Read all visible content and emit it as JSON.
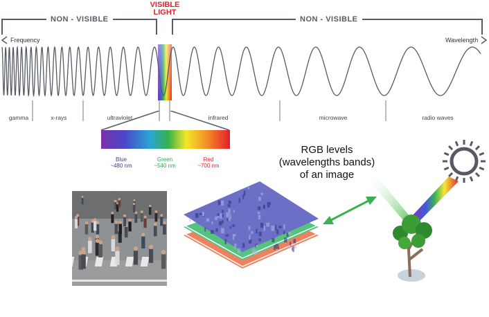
{
  "header": {
    "non_visible_left": "NON - VISIBLE",
    "non_visible_right": "NON - VISIBLE",
    "visible_line1": "VISIBLE",
    "visible_line2": "LIGHT"
  },
  "axis": {
    "left_label": "Frequency",
    "right_label": "Wavelength"
  },
  "bands": [
    {
      "label": "gamma"
    },
    {
      "label": "x-rays"
    },
    {
      "label": "ultraviolet"
    },
    {
      "label": "infrared"
    },
    {
      "label": "microwave"
    },
    {
      "label": "radio waves"
    }
  ],
  "spectrum": {
    "blue": {
      "name": "Blue",
      "wavelength": "~480 nm",
      "color": "#3a3a9a"
    },
    "green": {
      "name": "Green",
      "wavelength": "~540 nm",
      "color": "#2fa84f"
    },
    "red": {
      "name": "Red",
      "wavelength": "~700 nm",
      "color": "#e4202a"
    }
  },
  "rgb_caption": {
    "line1": "RGB levels",
    "line2": "(wavelengths bands)",
    "line3": "of an image"
  },
  "icons": {
    "sun": "sun-icon",
    "tree": "tree-icon",
    "arrow": "double-arrow-icon"
  },
  "colors": {
    "wave": "#555a63",
    "accent_red": "#e4202a",
    "layer_blue": "#6b6fc6",
    "layer_green": "#55c27f",
    "layer_red": "#f0805e"
  }
}
